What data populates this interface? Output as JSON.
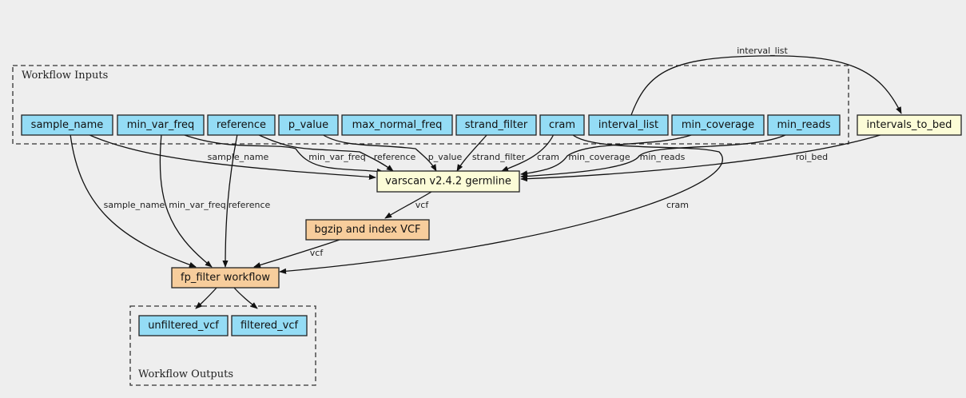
{
  "clusters": {
    "inputs_label": "Workflow Inputs",
    "outputs_label": "Workflow Outputs"
  },
  "inputs": [
    {
      "id": "sample_name",
      "label": "sample_name"
    },
    {
      "id": "min_var_freq",
      "label": "min_var_freq"
    },
    {
      "id": "reference",
      "label": "reference"
    },
    {
      "id": "p_value",
      "label": "p_value"
    },
    {
      "id": "max_normal_freq",
      "label": "max_normal_freq"
    },
    {
      "id": "strand_filter",
      "label": "strand_filter"
    },
    {
      "id": "cram",
      "label": "cram"
    },
    {
      "id": "interval_list",
      "label": "interval_list"
    },
    {
      "id": "min_coverage",
      "label": "min_coverage"
    },
    {
      "id": "min_reads",
      "label": "min_reads"
    }
  ],
  "steps": [
    {
      "id": "intervals_to_bed",
      "label": "intervals_to_bed",
      "kind": "tool"
    },
    {
      "id": "varscan",
      "label": "varscan v2.4.2 germline",
      "kind": "tool"
    },
    {
      "id": "bgzip",
      "label": "bgzip and index VCF",
      "kind": "subworkflow"
    },
    {
      "id": "fp_filter",
      "label": "fp_filter workflow",
      "kind": "subworkflow"
    }
  ],
  "outputs": [
    {
      "id": "unfiltered_vcf",
      "label": "unfiltered_vcf"
    },
    {
      "id": "filtered_vcf",
      "label": "filtered_vcf"
    }
  ],
  "edges": [
    {
      "from": "interval_list",
      "to": "intervals_to_bed",
      "label": "interval_list"
    },
    {
      "from": "sample_name",
      "to": "varscan",
      "label": "sample_name"
    },
    {
      "from": "min_var_freq",
      "to": "varscan",
      "label": "min_var_freq"
    },
    {
      "from": "reference",
      "to": "varscan",
      "label": "reference"
    },
    {
      "from": "p_value",
      "to": "varscan",
      "label": "p_value"
    },
    {
      "from": "strand_filter",
      "to": "varscan",
      "label": "strand_filter"
    },
    {
      "from": "cram",
      "to": "varscan",
      "label": "cram"
    },
    {
      "from": "min_coverage",
      "to": "varscan",
      "label": "min_coverage"
    },
    {
      "from": "min_reads",
      "to": "varscan",
      "label": "min_reads"
    },
    {
      "from": "intervals_to_bed",
      "to": "varscan",
      "label": "roi_bed"
    },
    {
      "from": "varscan",
      "to": "bgzip",
      "label": "vcf"
    },
    {
      "from": "sample_name",
      "to": "fp_filter",
      "label": "sample_name"
    },
    {
      "from": "min_var_freq",
      "to": "fp_filter",
      "label": "min_var_freq"
    },
    {
      "from": "reference",
      "to": "fp_filter",
      "label": "reference"
    },
    {
      "from": "bgzip",
      "to": "fp_filter",
      "label": "vcf"
    },
    {
      "from": "cram",
      "to": "fp_filter",
      "label": "cram"
    },
    {
      "from": "fp_filter",
      "to": "unfiltered_vcf",
      "label": ""
    },
    {
      "from": "fp_filter",
      "to": "filtered_vcf",
      "label": ""
    }
  ],
  "colors": {
    "background": "#eeeeee",
    "input_node": "#94dcf5",
    "tool_node": "#fcfcd7",
    "subworkflow_node": "#f7cd9c"
  }
}
